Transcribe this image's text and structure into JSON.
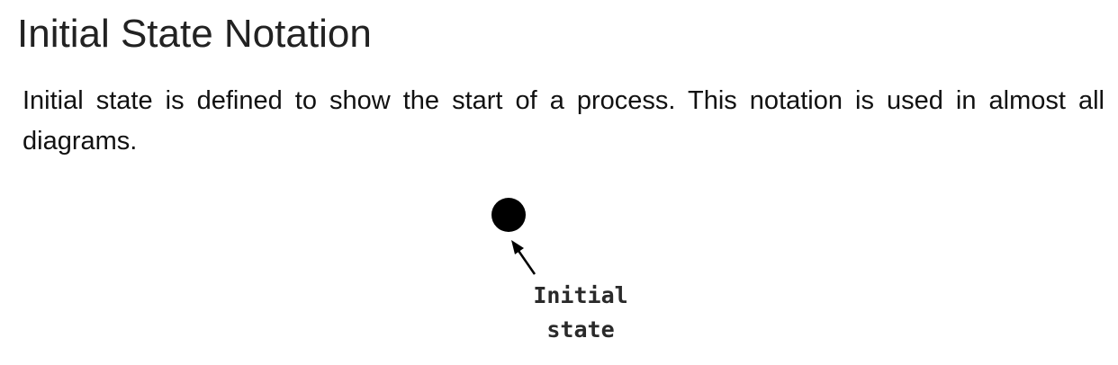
{
  "page": {
    "title": "Initial State Notation",
    "paragraph": "Initial state is defined to show the start of a process. This notation is used in almost all diagrams."
  },
  "figure": {
    "node_label_line1": "Initial",
    "node_label_line2": "state",
    "node_color": "#000000"
  }
}
